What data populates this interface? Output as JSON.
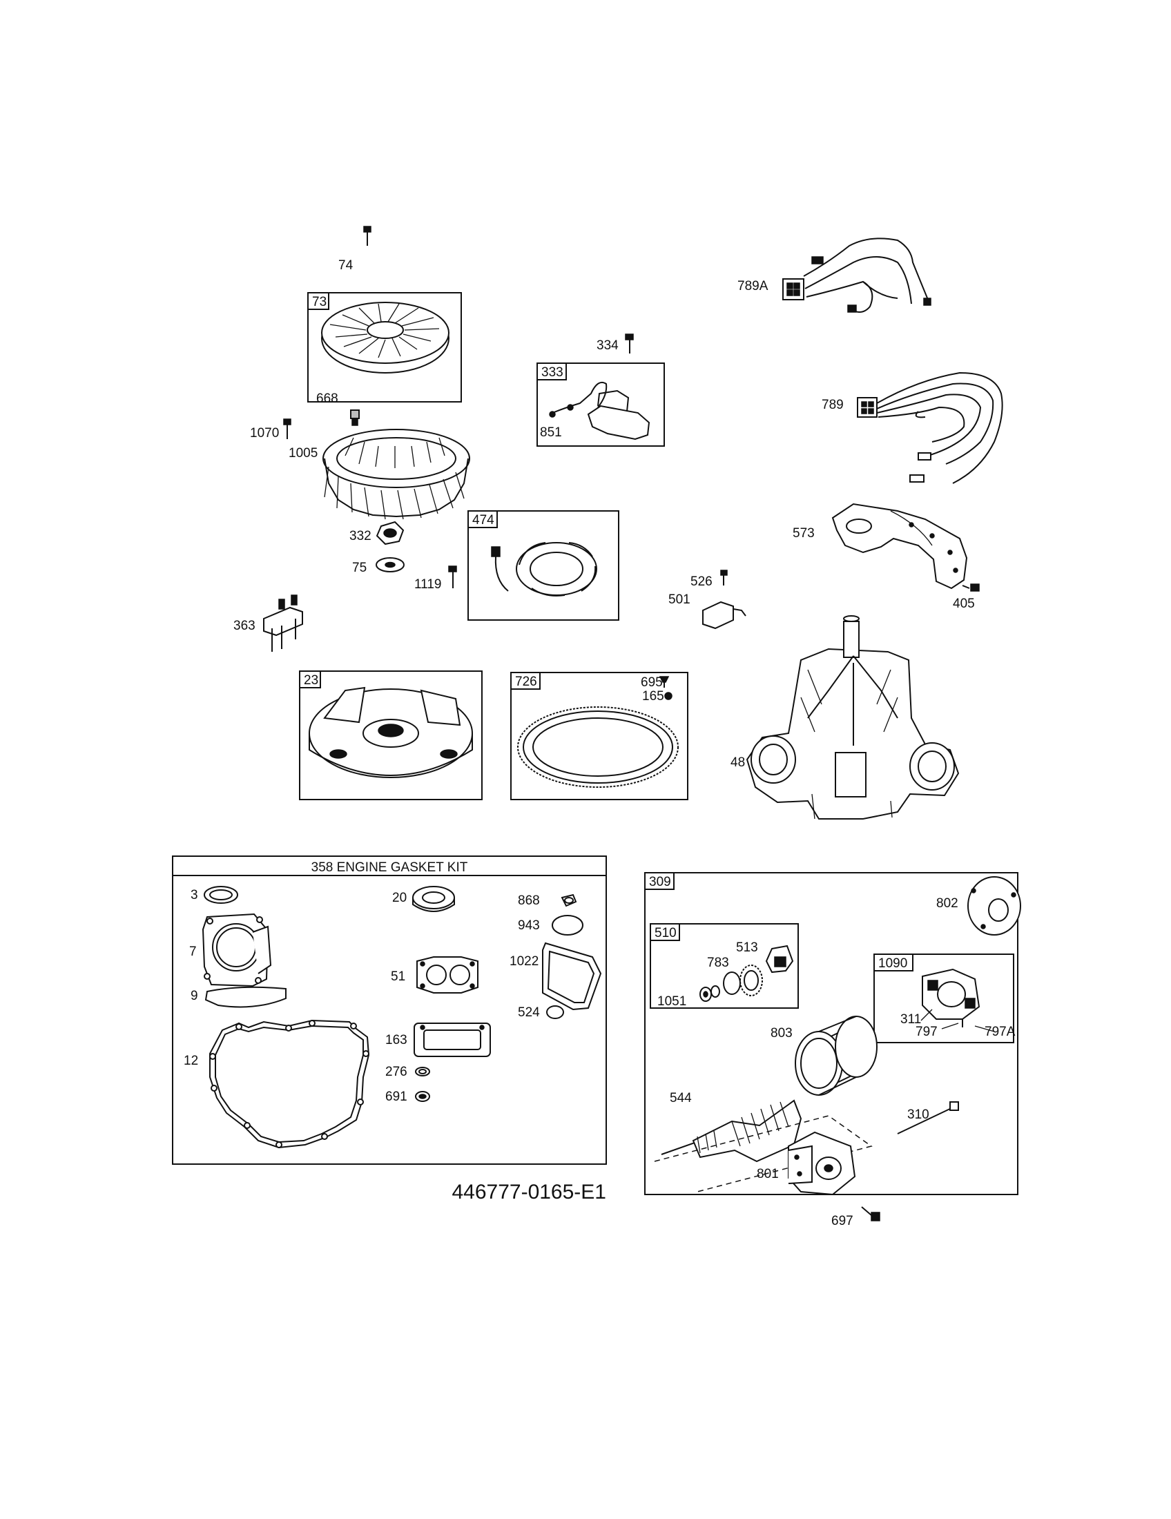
{
  "labels": {
    "p74": "74",
    "p73": "73",
    "p668": "668",
    "p1070": "1070",
    "p1005": "1005",
    "p332": "332",
    "p75": "75",
    "p1119": "1119",
    "p363": "363",
    "p23": "23",
    "p334": "334",
    "p333": "333",
    "p851": "851",
    "p474": "474",
    "p726": "726",
    "p695": "695",
    "p165": "165",
    "p789A": "789A",
    "p789": "789",
    "p573": "573",
    "p526": "526",
    "p501": "501",
    "p405": "405",
    "p48": "48",
    "p3": "3",
    "p7": "7",
    "p9": "9",
    "p12": "12",
    "p20": "20",
    "p51": "51",
    "p163": "163",
    "p276": "276",
    "p691": "691",
    "p868": "868",
    "p943": "943",
    "p1022": "1022",
    "p524": "524",
    "p309": "309",
    "p510": "510",
    "p513": "513",
    "p783": "783",
    "p1051": "1051",
    "p803": "803",
    "p802": "802",
    "p1090": "1090",
    "p311": "311",
    "p797": "797",
    "p797A": "797A",
    "p544": "544",
    "p310": "310",
    "p801": "801",
    "p697": "697"
  },
  "gasket_kit_title": "358 ENGINE GASKET KIT",
  "diagram_number": "446777-0165-E1"
}
